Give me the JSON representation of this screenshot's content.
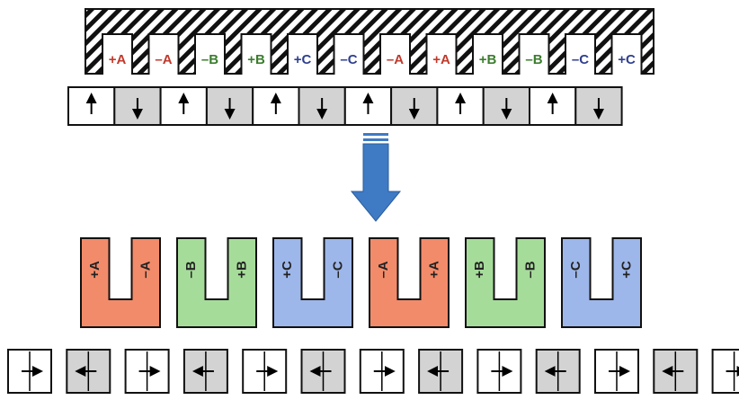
{
  "colors": {
    "phase_A_text": "#c0392b",
    "phase_B_text": "#3b7d2e",
    "phase_C_text": "#2f3f8f",
    "phase_A_fill": "#f28b6a",
    "phase_B_fill": "#a6dc9a",
    "phase_C_fill": "#9eb7ea",
    "magnet_gray": "#d3d3d3",
    "arrow_blue": "#3f7ac4",
    "hatch": "#111111"
  },
  "stator_slots": [
    {
      "label": "+A",
      "phase": "A"
    },
    {
      "label": "–A",
      "phase": "A"
    },
    {
      "label": "–B",
      "phase": "B"
    },
    {
      "label": "+B",
      "phase": "B"
    },
    {
      "label": "+C",
      "phase": "C"
    },
    {
      "label": "–C",
      "phase": "C"
    },
    {
      "label": "–A",
      "phase": "A"
    },
    {
      "label": "+A",
      "phase": "A"
    },
    {
      "label": "+B",
      "phase": "B"
    },
    {
      "label": "–B",
      "phase": "B"
    },
    {
      "label": "–C",
      "phase": "C"
    },
    {
      "label": "+C",
      "phase": "C"
    }
  ],
  "top_magnets": [
    "up",
    "down",
    "up",
    "down",
    "up",
    "down",
    "up",
    "down",
    "up",
    "down",
    "up",
    "down"
  ],
  "coils": [
    {
      "phase": "A",
      "left": "+A",
      "right": "–A"
    },
    {
      "phase": "B",
      "left": "–B",
      "right": "+B"
    },
    {
      "phase": "C",
      "left": "+C",
      "right": "–C"
    },
    {
      "phase": "A",
      "left": "–A",
      "right": "+A"
    },
    {
      "phase": "B",
      "left": "+B",
      "right": "–B"
    },
    {
      "phase": "C",
      "left": "–C",
      "right": "+C"
    }
  ],
  "bottom_magnets": [
    "right",
    "left",
    "right",
    "left",
    "right",
    "left",
    "right",
    "left",
    "right",
    "left",
    "right",
    "left",
    "right"
  ]
}
